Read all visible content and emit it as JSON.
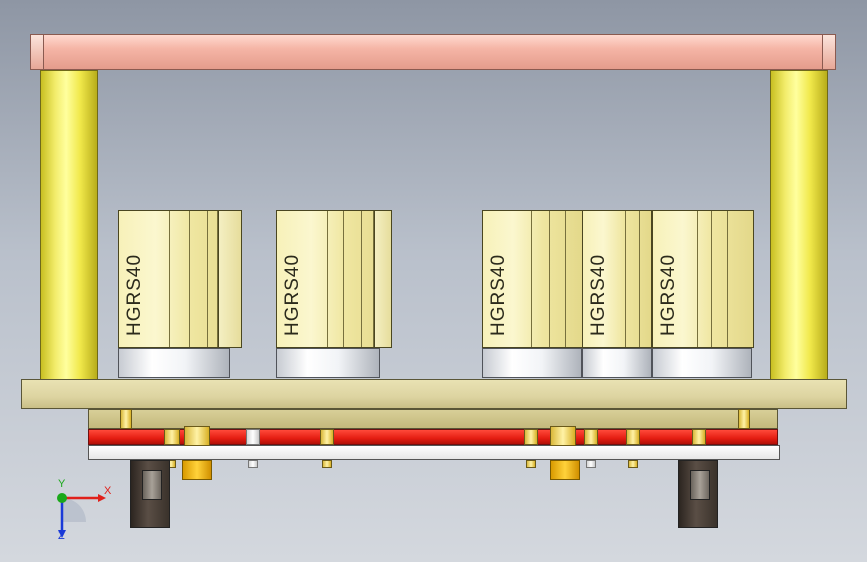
{
  "cylinders": [
    {
      "label": "HGRS40"
    },
    {
      "label": "HGRS40"
    },
    {
      "label": "HGRS40"
    },
    {
      "label": "HGRS40"
    },
    {
      "label": "HGRS40"
    }
  ],
  "axes": {
    "x_label": "X",
    "y_label": "Y",
    "z_label": "Z",
    "x_color": "#e0201a",
    "y_color": "#1aa81a",
    "z_color": "#1a3ad8"
  },
  "colors": {
    "top_beam": "#f5b5a6",
    "pillar": "#f2ec6a",
    "cylinder_body": "#fbf7cf",
    "base_plate": "#ddd4a1",
    "red_plate": "#e41d12"
  }
}
